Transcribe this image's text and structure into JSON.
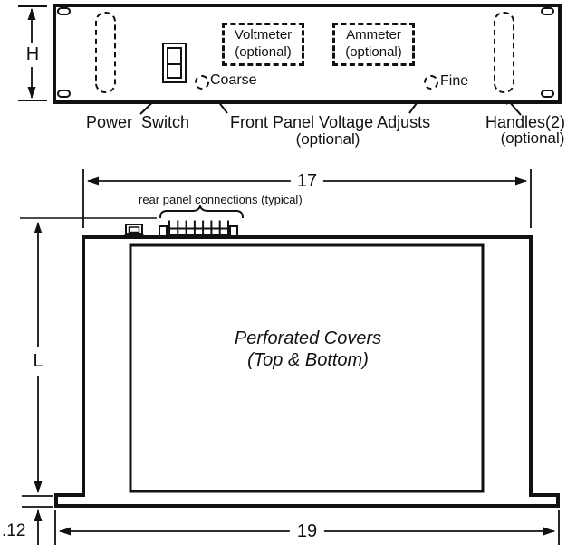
{
  "dims": {
    "height": "H",
    "depth": "L",
    "body_width": "17",
    "overall_width": "19",
    "flange_thickness": ".12"
  },
  "front": {
    "voltmeter": {
      "line1": "Voltmeter",
      "line2": "(optional)"
    },
    "ammeter": {
      "line1": "Ammeter",
      "line2": "(optional)"
    },
    "coarse": "Coarse",
    "fine": "Fine",
    "labels": {
      "power_switch": "Power Switch",
      "voltage_adjusts": "Front Panel Voltage Adjusts",
      "voltage_adjusts_optional": "(optional)",
      "handles": "Handles(2)",
      "handles_optional": "(optional)"
    }
  },
  "rear": {
    "connections_label": "rear panel connections (typical)"
  },
  "cover": {
    "line1": "Perforated Covers",
    "line2": "(Top & Bottom)"
  },
  "colors": {
    "ink": "#111111",
    "background": "#ffffff"
  }
}
